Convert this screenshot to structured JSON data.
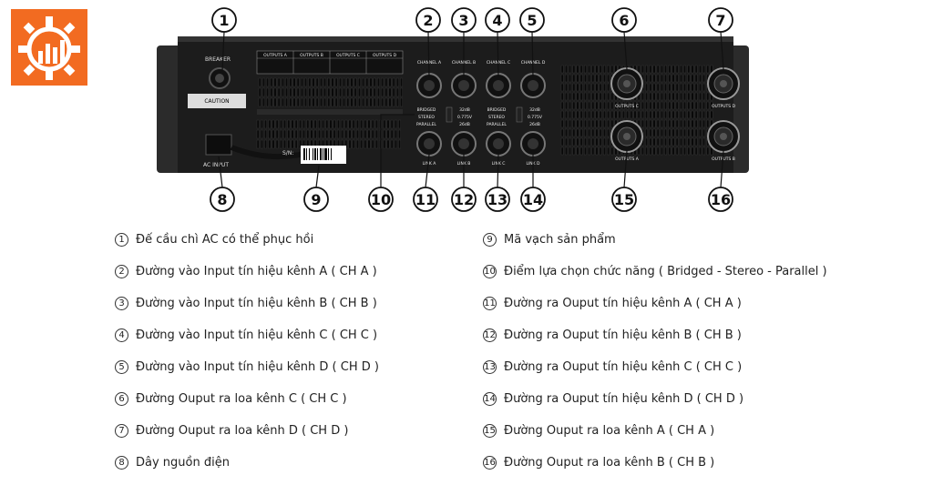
{
  "logo": {
    "icon": "gear-chart-icon",
    "color": "#f26b21"
  },
  "device": {
    "breaker_label": "BREAKER",
    "ac_input_label": "AC INPUT",
    "caution_label": "CAUTION",
    "sn_label": "S/N:",
    "output_headers": [
      "OUTPUTS A",
      "OUTPUTS B",
      "OUTPUTS C",
      "OUTPUTS D"
    ],
    "input_labels": [
      "CHANNEL A",
      "CHANNEL B",
      "CHANNEL C",
      "CHANNEL D"
    ],
    "link_labels": [
      "LINK A",
      "LINK B",
      "LINK C",
      "LINK D"
    ],
    "mode_labels": [
      "BRIDGED",
      "STEREO",
      "PARALLEL"
    ],
    "gain_labels": [
      "32dB",
      "0.775V",
      "26dB"
    ],
    "speakon_labels": [
      "OUTPUTS C",
      "OUTPUTS D",
      "OUTPUTS A",
      "OUTPUTS B"
    ]
  },
  "callouts": [
    "1",
    "2",
    "3",
    "4",
    "5",
    "6",
    "7",
    "8",
    "9",
    "10",
    "11",
    "12",
    "13",
    "14",
    "15",
    "16"
  ],
  "legend_left": [
    {
      "num": "1",
      "text": "Đế cầu chì AC có thể phục hồi"
    },
    {
      "num": "2",
      "text": "Đường vào Input tín hiệu kênh A ( CH A )"
    },
    {
      "num": "3",
      "text": "Đường vào Input tín hiệu kênh B ( CH B )"
    },
    {
      "num": "4",
      "text": "Đường vào Input tín hiệu kênh C ( CH C )"
    },
    {
      "num": "5",
      "text": "Đường vào Input tín hiệu kênh D ( CH D )"
    },
    {
      "num": "6",
      "text": "Đường Ouput ra loa kênh C ( CH C )"
    },
    {
      "num": "7",
      "text": "Đường Ouput ra loa kênh D ( CH D )"
    },
    {
      "num": "8",
      "text": "Dây nguồn điện"
    }
  ],
  "legend_right": [
    {
      "num": "9",
      "text": "Mã vạch sản phẩm"
    },
    {
      "num": "10",
      "text": "Điểm lựa chọn chức năng ( Bridged - Stereo - Parallel )"
    },
    {
      "num": "11",
      "text": "Đường ra Ouput tín hiệu kênh A ( CH A )"
    },
    {
      "num": "12",
      "text": "Đường ra Ouput tín hiệu kênh B ( CH B )"
    },
    {
      "num": "13",
      "text": "Đường ra Ouput tín hiệu kênh C ( CH C )"
    },
    {
      "num": "14",
      "text": "Đường ra Ouput tín hiệu kênh D ( CH D )"
    },
    {
      "num": "15",
      "text": "Đường Ouput ra loa kênh A ( CH A )"
    },
    {
      "num": "16",
      "text": "Đường Ouput ra loa kênh B ( CH B )"
    }
  ]
}
